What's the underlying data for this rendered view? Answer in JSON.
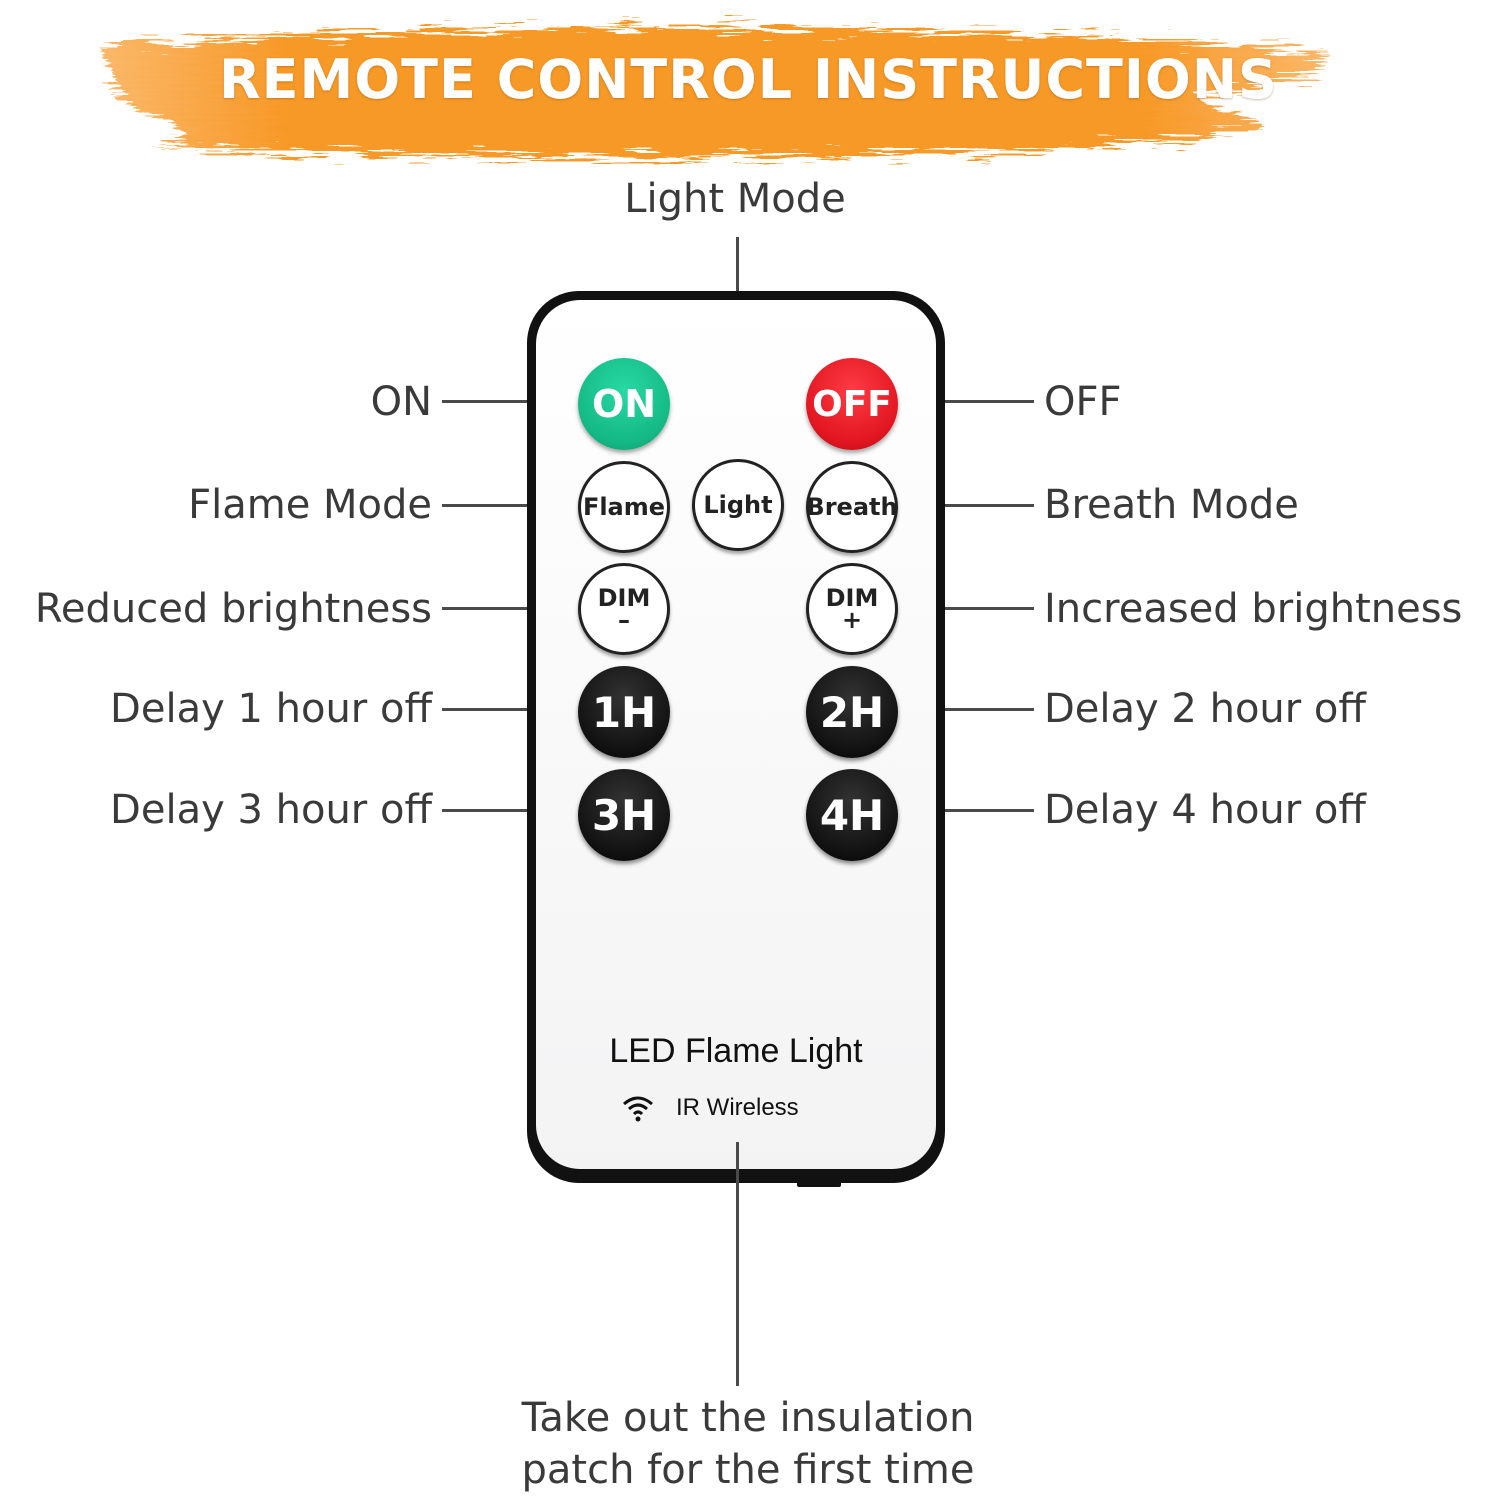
{
  "banner": {
    "title": "REMOTE CONTROL INSTRUCTIONS",
    "brush_color": "#f7941d"
  },
  "callouts": {
    "light_mode": "Light Mode",
    "on": "ON",
    "off": "OFF",
    "flame_mode": "Flame Mode",
    "breath_mode": "Breath Mode",
    "reduced_brightness": "Reduced brightness",
    "increased_brightness": "Increased brightness",
    "delay_1": "Delay 1 hour off",
    "delay_2": "Delay 2 hour off",
    "delay_3": "Delay 3 hour off",
    "delay_4": "Delay 4 hour off",
    "insulation_line1": "Take out the insulation",
    "insulation_line2": "patch for the first time"
  },
  "remote": {
    "buttons": {
      "on": "ON",
      "off": "OFF",
      "flame": "Flame",
      "light": "Light",
      "breath": "Breath",
      "dim_minus_top": "DIM",
      "dim_minus_sign": "–",
      "dim_plus_top": "DIM",
      "dim_plus_sign": "+",
      "h1": "1H",
      "h2": "2H",
      "h3": "3H",
      "h4": "4H"
    },
    "brand": "LED Flame Light",
    "subtitle": "IR Wireless",
    "colors": {
      "on": "#14b884",
      "off": "#e0151f"
    }
  }
}
